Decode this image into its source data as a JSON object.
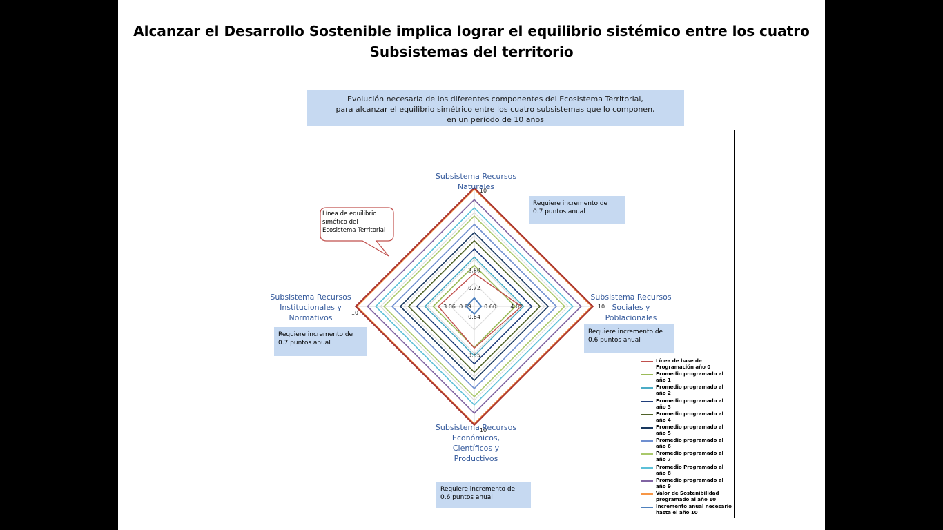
{
  "title_lines": [
    "Alcanzar el Desarrollo Sostenible implica lograr el equilibrio sistémico entre los cuatro",
    "Subsistemas del territorio"
  ],
  "chart_title_lines": [
    "Evolución necesaria de los diferentes componentes del Ecosistema Territorial,",
    "para alcanzar el equilibrio simétrico entre los cuatro subsistemas que lo componen,",
    "en un período de 10 años"
  ],
  "callout_lines": [
    "Línea de equilibrio",
    "simético del",
    "Ecosistema Territorial"
  ],
  "notes": {
    "top": [
      "Requiere incremento de",
      "0.7 puntos anual"
    ],
    "right": [
      "Requiere incremento de",
      "0.6 puntos anual"
    ],
    "left": [
      "Requiere incremento de",
      "0.7 puntos anual"
    ],
    "bottom": [
      "Requiere incremento de",
      "0.6 puntos anual"
    ]
  },
  "chart_data": {
    "type": "radar",
    "axes": [
      {
        "name_lines": [
          "Subsistema Recursos",
          "Naturales"
        ]
      },
      {
        "name_lines": [
          "Subsistema Recursos",
          "Sociales y",
          "Poblacionales"
        ]
      },
      {
        "name_lines": [
          "Subsistema Recursos",
          "Económicos,",
          "Científicos y",
          "Productivos"
        ]
      },
      {
        "name_lines": [
          "Subsistema Recursos",
          "Institucionales y",
          "Normativos"
        ]
      }
    ],
    "max": 10,
    "series": [
      {
        "name": "Línea de base de Programación año 0",
        "color": "#c0504d",
        "values": [
          2.8,
          4.02,
          3.55,
          3.06
        ],
        "labels": [
          "2.80",
          "4.02",
          "3.55",
          "3.06"
        ],
        "width": 1.4
      },
      {
        "name": "Promedio programado al año 1",
        "color": "#9bbb59",
        "values": [
          3.5,
          3.5,
          3.5,
          3.5
        ],
        "width": 1.6
      },
      {
        "name": "Promedio programado al año 2",
        "color": "#4bacc6",
        "values": [
          4.2,
          4.2,
          4.2,
          4.2
        ],
        "width": 1.6
      },
      {
        "name": "Promedio programado al año 3",
        "color": "#1f3d7a",
        "values": [
          4.9,
          4.9,
          4.9,
          4.9
        ],
        "width": 1.6
      },
      {
        "name": "Promedio programado al año 4",
        "color": "#4f6228",
        "values": [
          5.6,
          5.6,
          5.6,
          5.6
        ],
        "width": 1.6
      },
      {
        "name": "Promedio programado al año 5",
        "color": "#17375e",
        "values": [
          6.3,
          6.3,
          6.3,
          6.3
        ],
        "width": 1.6
      },
      {
        "name": "Promedio programado al año 6",
        "color": "#6f8fd0",
        "values": [
          7.0,
          7.0,
          7.0,
          7.0
        ],
        "width": 1.6
      },
      {
        "name": "Promedio programado al año 7",
        "color": "#a9c86a",
        "values": [
          7.7,
          7.7,
          7.7,
          7.7
        ],
        "width": 1.6
      },
      {
        "name": "Promedio Programado al año 8",
        "color": "#5cc0d8",
        "values": [
          8.4,
          8.4,
          8.4,
          8.4
        ],
        "width": 1.6
      },
      {
        "name": "Promedio programado al año 9",
        "color": "#8064a2",
        "values": [
          9.1,
          9.1,
          9.1,
          9.1
        ],
        "width": 1.6
      },
      {
        "name": "Valor de Sostenibilidad programado al año 10",
        "color": "#f79646",
        "values": [
          10,
          10,
          10,
          10
        ],
        "width": 1.6
      },
      {
        "name": "Incremento anual necesario hasta el año 10",
        "color": "#4f81bd",
        "values": [
          0.72,
          0.6,
          0.64,
          0.69
        ],
        "labels": [
          "0.72",
          "0.60",
          "0.64",
          "0.69"
        ],
        "width": 2
      }
    ],
    "outer_line_color": "#a93431",
    "max_labels": [
      "10",
      "10",
      "10",
      "10"
    ],
    "grid": true,
    "legend_position": "bottom-right"
  }
}
